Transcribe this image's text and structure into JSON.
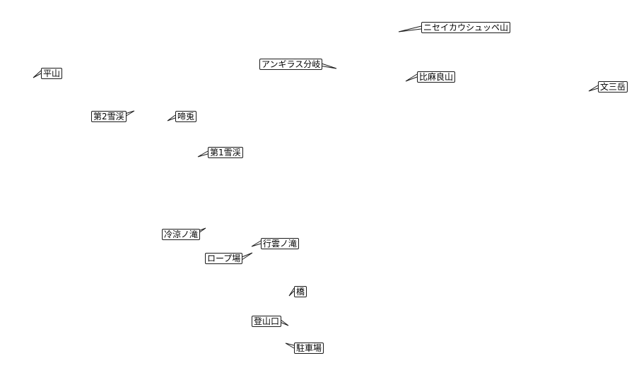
{
  "map": {
    "colors": {
      "background": "#ffffff",
      "label_border": "#1a1a1a",
      "leader_line": "#1a1a1a",
      "text": "#000000"
    },
    "labels": [
      {
        "id": "niseikaushuppe",
        "text": "ニセイカウシュッペ山"
      },
      {
        "id": "angirasu",
        "text": "アンギラス分岐"
      },
      {
        "id": "hirayama",
        "text": "平山"
      },
      {
        "id": "himayama",
        "text": "比麻良山"
      },
      {
        "id": "bunsandake",
        "text": "文三岳"
      },
      {
        "id": "dai2sekkei",
        "text": "第2雪渓"
      },
      {
        "id": "tenbou",
        "text": "啼兎"
      },
      {
        "id": "dai1sekkei",
        "text": "第1雪渓"
      },
      {
        "id": "reiryounotaki",
        "text": "冷涼ノ滝"
      },
      {
        "id": "kouunnotaki",
        "text": "行雲ノ滝"
      },
      {
        "id": "roopuba",
        "text": "ロープ場"
      },
      {
        "id": "hashi",
        "text": "橋"
      },
      {
        "id": "tozanguchi",
        "text": "登山口"
      },
      {
        "id": "chushajou",
        "text": "駐車場"
      }
    ]
  }
}
